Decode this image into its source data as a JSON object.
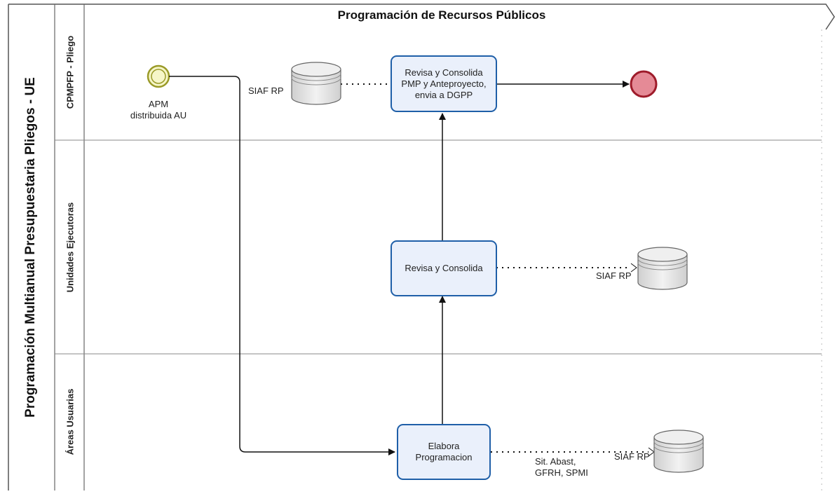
{
  "diagram": {
    "title": "Programación  de Recursos Públicos",
    "pool_label": "Programación Multianual Presupuestaria Pliegos - UE",
    "lanes": [
      {
        "label": "CPMPFP - Pliego"
      },
      {
        "label": "Unidades Ejecutoras"
      },
      {
        "label": "Áreas Usuarias"
      }
    ],
    "start_event": {
      "label_line1": "APM",
      "label_line2": "distribuida AU"
    },
    "tasks": {
      "revisa_consolida_pmp": "Revisa y Consolida PMP y Anteproyecto, envia a DGPP",
      "revisa_consolida": "Revisa y Consolida",
      "elabora_programacion": "Elabora Programacion"
    },
    "data_stores": {
      "top": "SIAF RP",
      "middle": "SIAF RP",
      "bottom": "SIAF RP"
    },
    "bottom_annotation": {
      "line1": "Sit. Abast,",
      "line2": "GFRH, SPMI"
    },
    "colors": {
      "task_border": "#1f5fa8",
      "task_fill": "#eaf0fb",
      "start_fill": "#f6f6c8",
      "start_border": "#9a9a28",
      "end_fill": "#e58a96",
      "end_border": "#9e1b2a"
    }
  }
}
